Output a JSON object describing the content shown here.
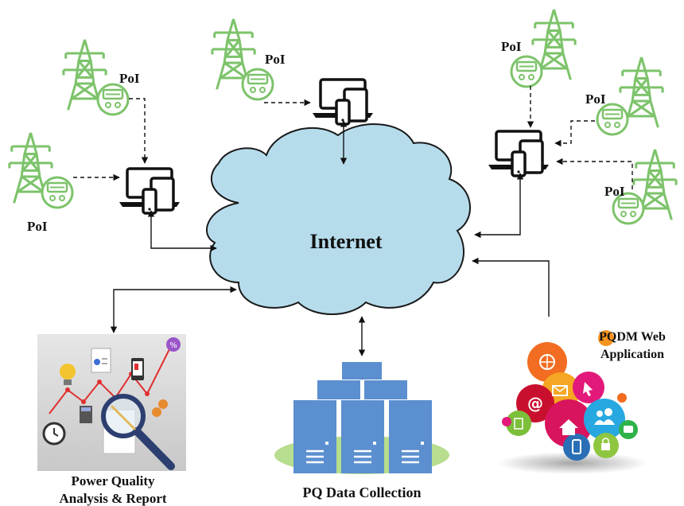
{
  "cloud": {
    "label": "Internet"
  },
  "poi_labels": {
    "top_left": "PoI",
    "left": "PoI",
    "top_center": "PoI",
    "right_top": "PoI",
    "right_mid": "PoI",
    "right_bottom": "PoI"
  },
  "services": {
    "analysis": {
      "line1": "Power Quality",
      "line2": "Analysis & Report"
    },
    "collection": {
      "label": "PQ Data Collection"
    },
    "webapp": {
      "line1": "PQDM Web",
      "line2": "Application"
    }
  },
  "icons": {
    "tower": "transmission-tower-icon",
    "meter": "power-meter-icon",
    "device": "laptop-tablet-phone-icon",
    "server": "server-rack-icon"
  },
  "colors": {
    "tower_green": "#7dc36b",
    "cloud_fill": "#b6dcec",
    "cloud_stroke": "#1a1a1a",
    "server_blue": "#5b8fd0",
    "server_base": "#b7dd8e"
  }
}
